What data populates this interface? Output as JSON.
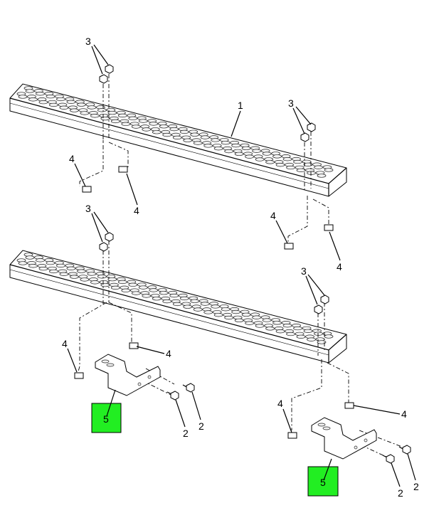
{
  "diagram": {
    "type": "exploded parts diagram - running boards with brackets",
    "callouts": {
      "running_board": "1",
      "bracket_bolt": "2",
      "board_bolt": "3",
      "nut": "4",
      "bracket": "5"
    },
    "highlight_color": "#22ee22"
  }
}
